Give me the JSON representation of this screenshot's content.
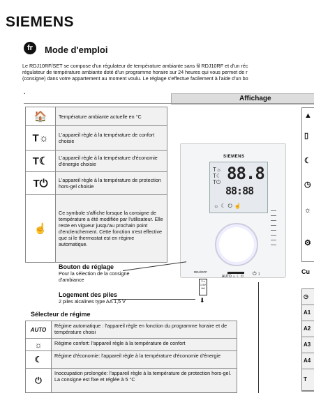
{
  "brand": "SIEMENS",
  "lang_badge": "fr",
  "title": "Mode d'emploi",
  "intro_lines": [
    "Le RDJ10RF/SET se compose d'un régulateur de température ambiante sans fil RDJ10RF et d'un réc",
    "régulateur de température ambiante doté d'un programme horaire sur 24 heures qui vous permet de r",
    "(consigne) dans votre appartement au moment voulu. Le réglage s'effectue facilement à l'aide d'un bo"
  ],
  "affichage_title": "Affichage",
  "display_rows": [
    {
      "icon": "house-thermometer-icon",
      "glyph": "🏠",
      "text": "Température ambiante actuelle en °C"
    },
    {
      "icon": "comfort-icon",
      "glyph": "T☼",
      "text": "L'appareil règle à la température de confort choisie"
    },
    {
      "icon": "economy-icon",
      "glyph": "T☾",
      "text": "L'appareil règle à la température d'économie d'énergie choisie"
    },
    {
      "icon": "frost-protection-icon",
      "glyph": "T⏻",
      "text": "L'appareil règle à la température de protection hors-gel choisie"
    },
    {
      "icon": "hand-icon",
      "glyph": "☝",
      "text": "Ce symbole s'affiche lorsque la consigne de température a été modifiée par l'utilisateur. Elle reste en vigueur jusqu'au prochain point d'enclenchement. Cette fonction n'est effective que si le thermostat est en régime automatique."
    }
  ],
  "device": {
    "brand": "SIEMENS",
    "lcd_big": "88.8",
    "lcd_small": "88:88",
    "switch_label": "RDJ/OFF",
    "auto_label": "AUTO ☼ ☾ ⏻",
    "battery_label": "2 x 1,5V AA"
  },
  "bouton": {
    "title": "Bouton de réglage",
    "desc1": "Pour la sélection de la consigne",
    "desc2": "d'ambiance"
  },
  "logement": {
    "title": "Logement des piles",
    "desc": "2 piles alcalines type AA 1,5 V"
  },
  "selecteur_title": "Sélecteur de régime",
  "regime_rows": [
    {
      "icon": "auto-icon",
      "glyph": "AUTO",
      "text": "Régime automatique : l'appareil règle en fonction du programme horaire et de température choisi"
    },
    {
      "icon": "comfort-icon",
      "glyph": "☼",
      "text": "Régime confort: l'appareil règle à la température de confort"
    },
    {
      "icon": "economy-icon",
      "glyph": "☾",
      "text": "Régime d'économie: l'appareil règle à la température d'économie d'énergie"
    },
    {
      "icon": "frost-protection-icon",
      "glyph": "⏻",
      "text": "Inoccupation prolongée: l'appareil règle à la température de protection hors-gel. La consigne est fixe et réglée à 5 °C"
    }
  ],
  "right_partial": {
    "label": "Cu",
    "rows": [
      "A1",
      "A2",
      "A3",
      "A4"
    ]
  }
}
